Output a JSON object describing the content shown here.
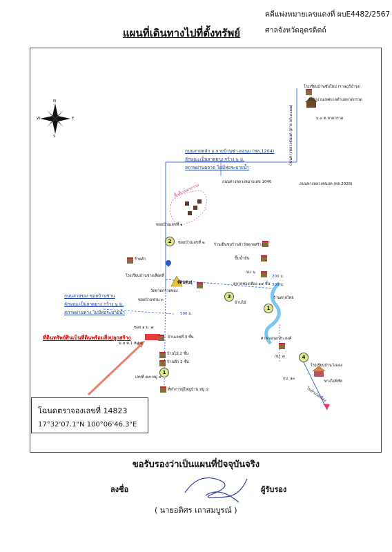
{
  "header": {
    "title": "แผนที่เดินทางไปที่ตั้งทรัพย์",
    "case_no": "คดีแพ่งหมายเลขแดงที่ ผบE4482/2567",
    "court": "ศาลจังหวัดอุตรดิตถ์"
  },
  "map": {
    "compass": {
      "n": "N",
      "s": "S",
      "e": "E",
      "w": "W"
    },
    "labels": {
      "school_top": "โรงเรียนบ้านซับใหม่ (ราษฎร์บำรุง)",
      "office_top": "สำนักงานเทศบาลตำบลหาดกรวด",
      "hat_kruat": "ม.๓ ต.หาดกรวด",
      "road_vertical": "ถนนทางหลวงชนบท (สาย อต.๓๐๑๗)",
      "road_block1_line1": "ถนนสายหลัก อ.ลายบ้านซ่า-ดอนม (ทล.1204)",
      "road_block1_line2": "ลักษณะเป็นลาดยาง กว้าง ๖ ม.",
      "road_block1_line3": "สภาพผ่านตลาด ไม่มีท่อระบายน้ำ",
      "road_1040": "ถนนทางหลวงหมายเลข 1040",
      "road_2028": "ถนนทางหลวงชนบท (ทล.2028)",
      "field_area": "พื้นที่เกษตรกรรม",
      "house_a": "ซอยบ้านเลขที่ ๑",
      "house_b": "ซอยบ้านเลขที่ ๒",
      "shop_left": "ร้านค้า",
      "school_mid": "โรงเรียนบ้านช่างเลือดที่",
      "temple_mid": "ที่ดินพันธุ์",
      "temple_label": "วัดหาดกรวดทอง",
      "shop_right": "ร้านเย็นชมร้านค้าวัสดุก่อสร้าง",
      "gas_station": "ปั๊มน้ำมัน",
      "km6": "กม. ๖",
      "dist_200": "200 ม.",
      "dist_300": "300 ม.",
      "dist_500": "500 ม.",
      "market": "ตลาดทองเทือง ๑๕ ชั้น",
      "sakulthai": "ร้านสกุลไทย",
      "house_c": "บ้านไม้",
      "road_block2_line1": "ถนนสายรอง ซอยบ้านซ่าน",
      "road_block2_line2": "ลักษณะเป็นลาดยาง กว้าง ๖ ม.",
      "road_block2_line3": "สภาพผ่านทาง ไม่มีท่อระบายน้ำ",
      "soi_near1": "ซอยบ้านซ่าน ๓",
      "soi_near2": "ซอย ๑ ม. ๗",
      "property_label": "ที่ดินทรัพย์สินเป็นที่ดินพร้อมสิ่งปลูกสร้าง",
      "house_no": "บ้านเลขที่ 3 ชั้น",
      "moo": "ม.๔ ต.1 หมู่ ๔",
      "wood_house": "บ้านไม้ 2 ชั้น",
      "concrete_house": "บ้านตึก 2 ชั้น",
      "lot_no": "เลขที่ ๕๕ หมู่ ๔",
      "village_office": "ที่ทำการผู้ใหญ่บ้าน หมู่ ๔",
      "salaa": "ศาลาเอนกประสงค์",
      "km7": "กม. ๗",
      "school_bottom": "โรงเรียนบ้านวังแดง",
      "km10": "กม. ๑๐",
      "to_city": "ไปอำเภอเมือง",
      "to_phichai": "ทางไปพิชัย",
      "badge1": "1",
      "badge2": "2",
      "badge3": "3",
      "badge4": "4"
    },
    "colors": {
      "road": "#4a6fd6",
      "river": "#7ec5f0",
      "arrow": "#e8826a",
      "property": "#e83a3a"
    }
  },
  "deed": {
    "title": "โฉนดตราจองเลขที่ 14823",
    "coords": "17°32'07.1\"N 100°06'46.3\"E"
  },
  "footer": {
    "certify": "ขอรับรองว่าเป็นแผนที่ปัจจุบันจริง",
    "sign_label": "ลงชื่อ",
    "certifier_label": "ผู้รับรอง",
    "signer": "( นายอดิศร   เถาสมบูรณ์  )"
  }
}
